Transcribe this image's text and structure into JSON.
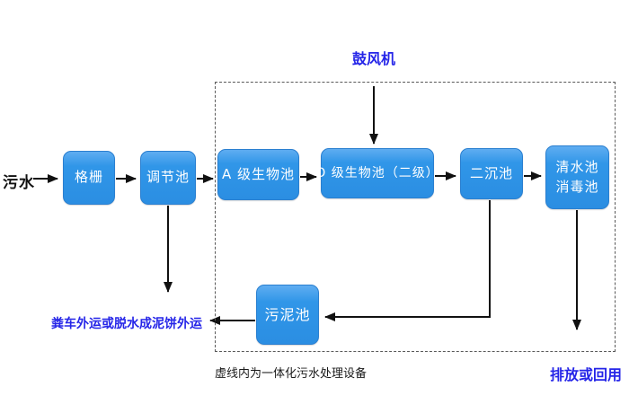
{
  "diagram": {
    "influent_label": "污水",
    "blower_label": "鼓风机",
    "nodes": {
      "grille": "格栅",
      "regulating": "调节池",
      "a_bio": "A 级生物池",
      "o_bio": "O 级生物池（二级）",
      "secondary": "二沉池",
      "clear_line1": "清水池",
      "clear_line2": "消毒池",
      "sludge": "污泥池"
    },
    "sludge_out_label": "粪车外运或脱水成泥饼外运",
    "dashed_caption": "虚线内为一体化污水处理设备",
    "discharge_label": "排放或回用",
    "colors": {
      "node_fill": "#3096e8",
      "node_fill_light": "#5fadf1",
      "node_border": "#2a7fd0",
      "node_text": "#ffffff",
      "accent_text": "#2525e8",
      "arrow": "#111111",
      "dashed_border": "#595959"
    }
  }
}
